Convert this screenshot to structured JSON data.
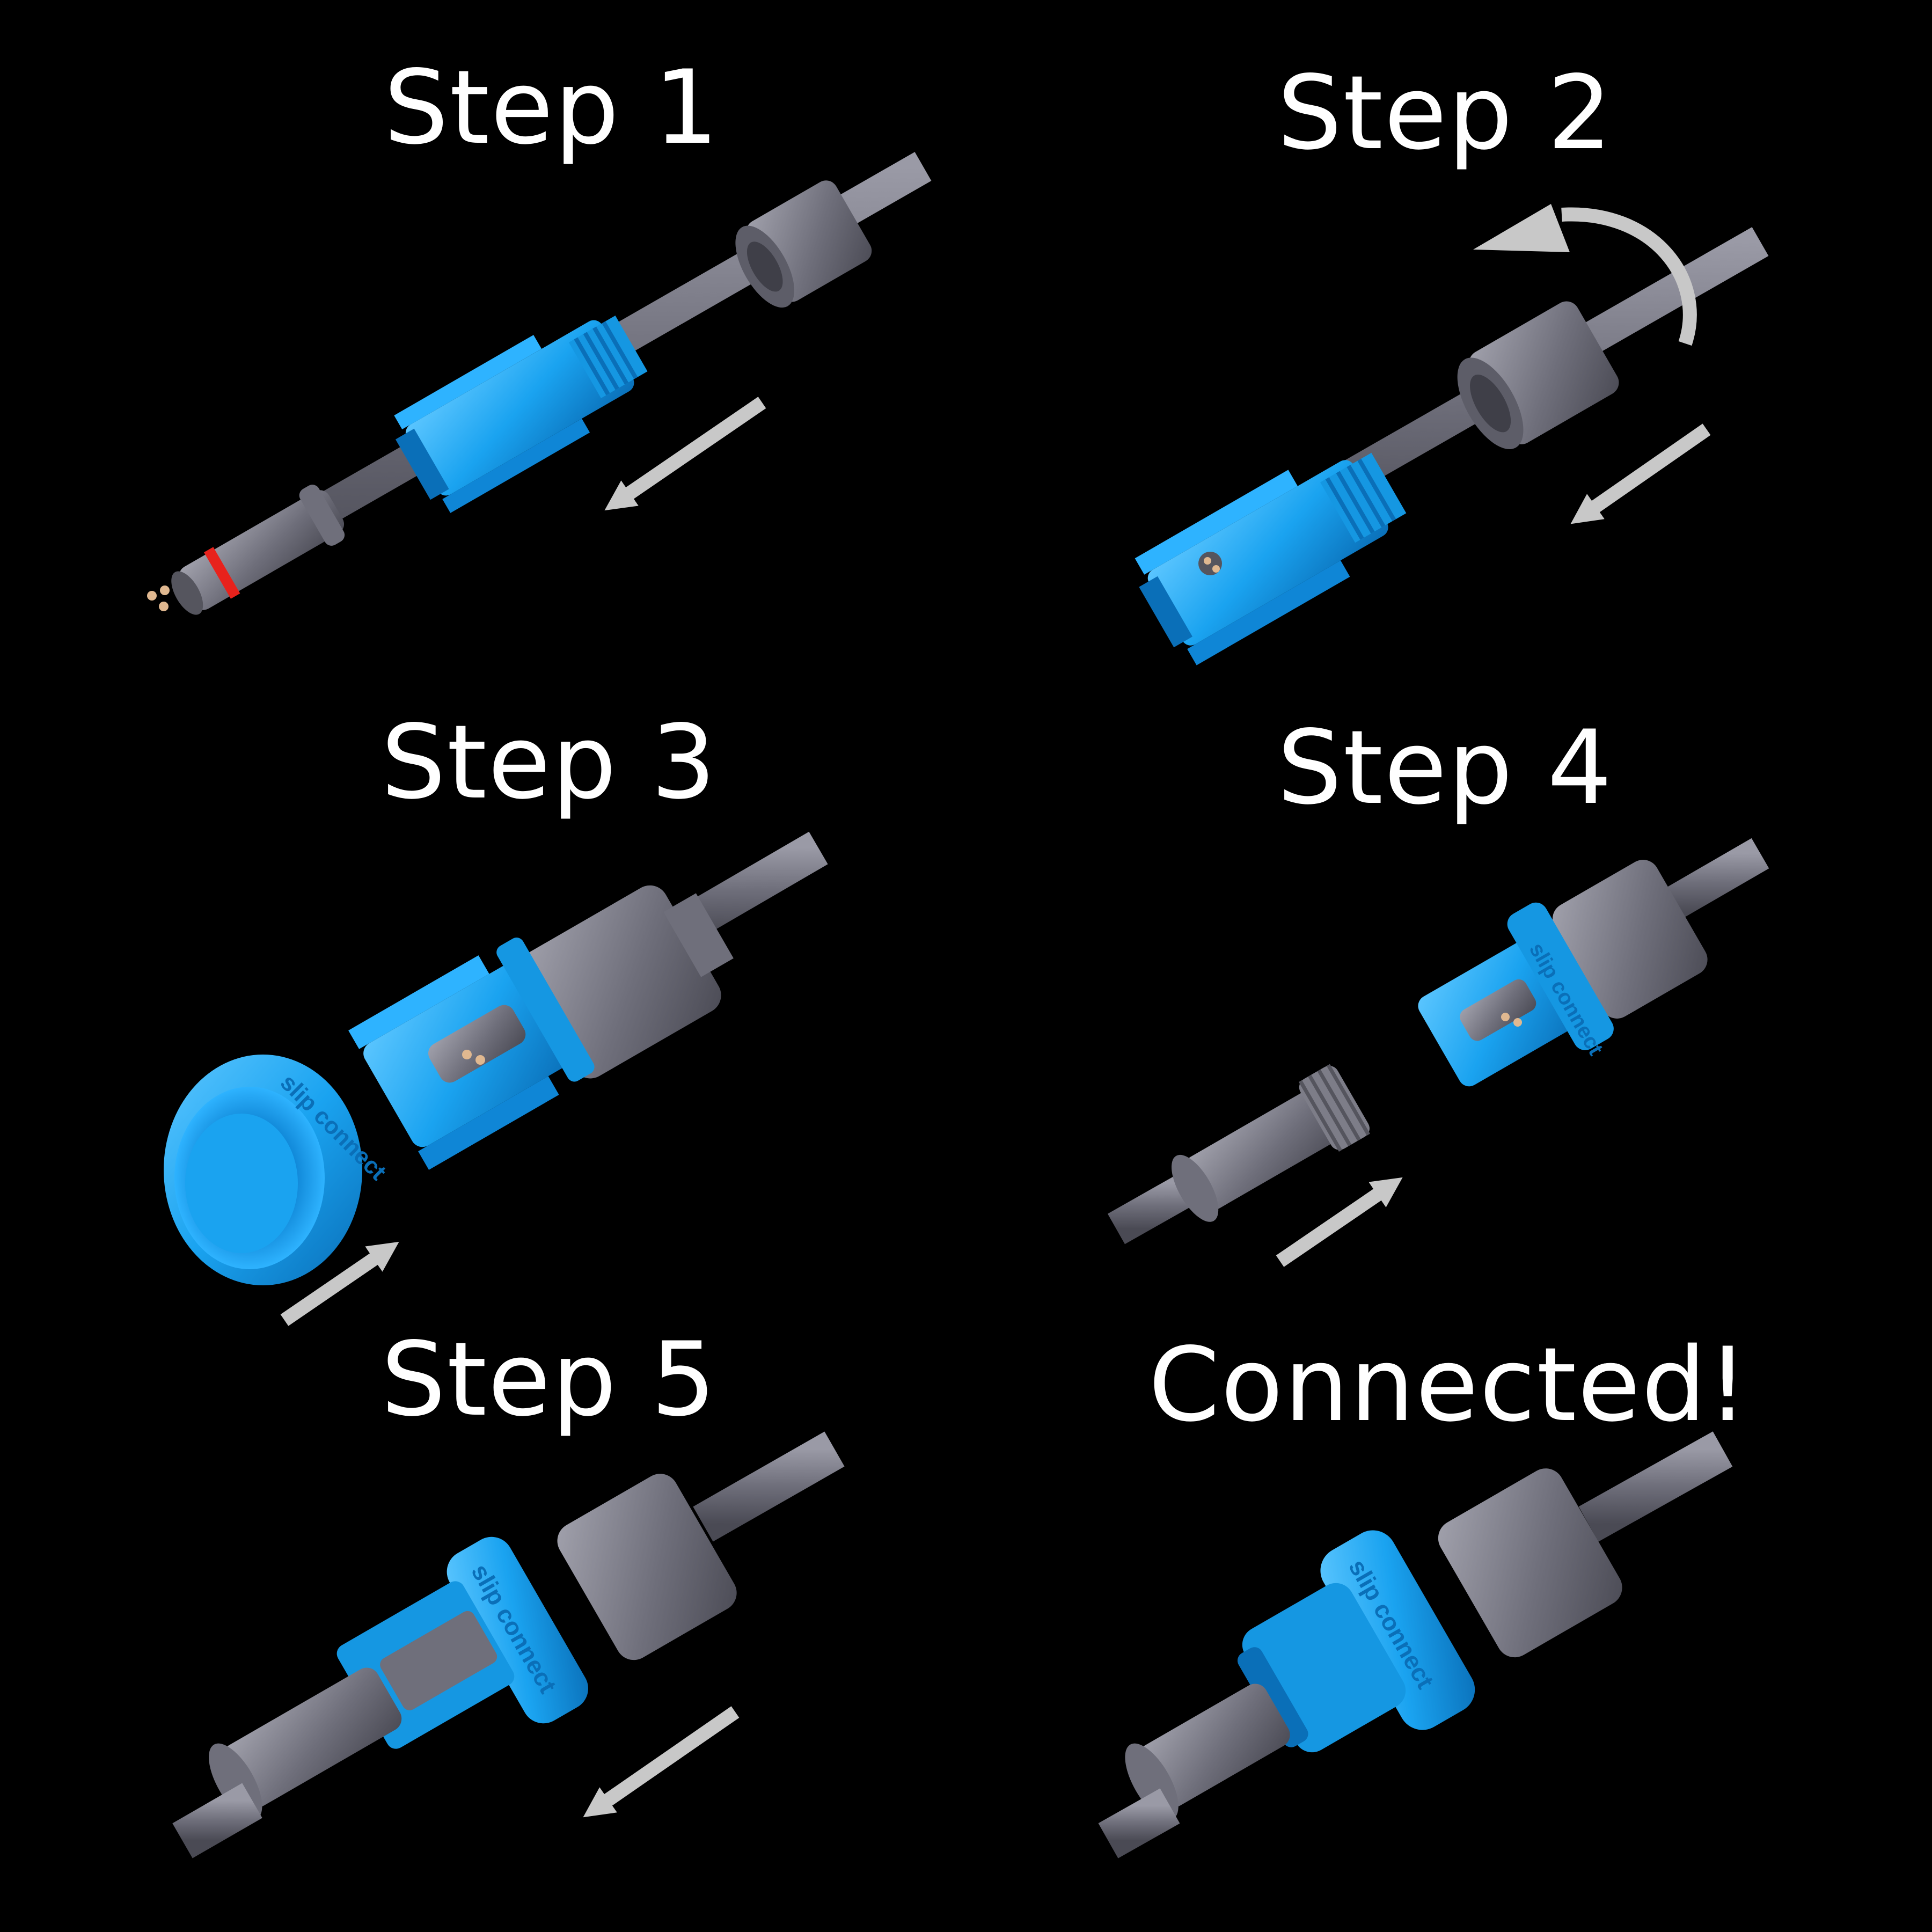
{
  "steps": [
    {
      "id": "step1",
      "title": "Step 1"
    },
    {
      "id": "step2",
      "title": "Step 2"
    },
    {
      "id": "step3",
      "title": "Step 3"
    },
    {
      "id": "step4",
      "title": "Step 4"
    },
    {
      "id": "step5",
      "title": "Step 5"
    },
    {
      "id": "done",
      "title": "Connected!"
    }
  ],
  "colors": {
    "background": "#000000",
    "connector_blue": "#1aa3f0",
    "connector_blue_dark": "#0a6fb8",
    "housing_gray": "#7d7d88",
    "housing_gray_dark": "#55555e",
    "oring_red": "#e8221c",
    "arrow_gray": "#c8c8c8"
  },
  "brand_mark": "slip connect"
}
